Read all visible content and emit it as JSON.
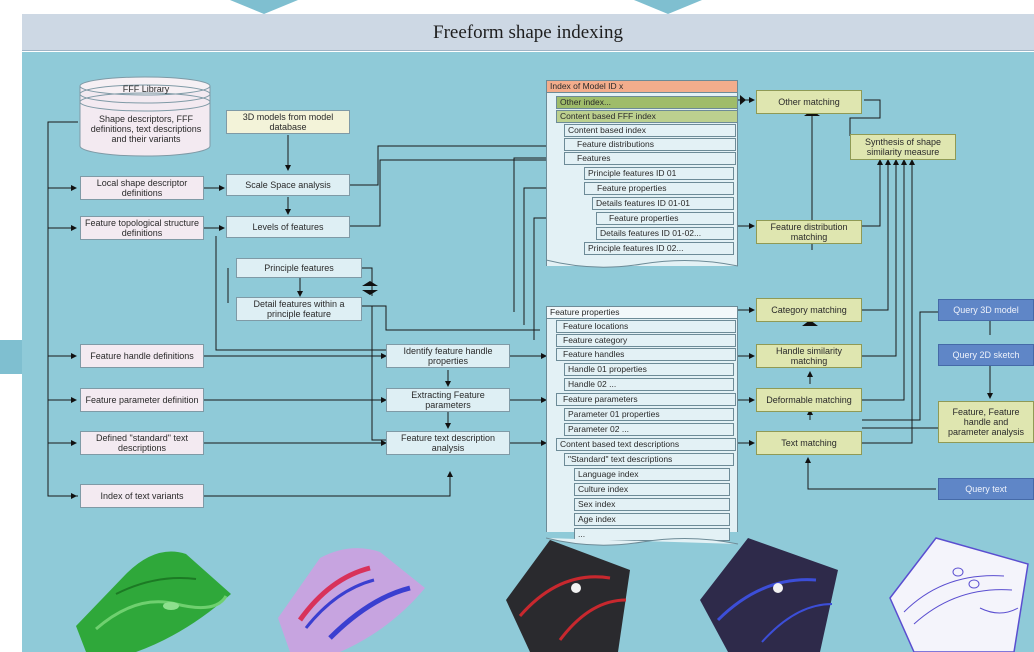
{
  "title": "Freeform shape indexing",
  "library": {
    "name": "FFF Library",
    "desc": "Shape descriptors, FFF definitions, text descriptions and their variants"
  },
  "left_defs": [
    "Local shape descriptor definitions",
    "Feature topological structure definitions",
    "Feature handle definitions",
    "Feature parameter definition",
    "Defined \"standard\" text descriptions",
    "Index of text variants"
  ],
  "process": {
    "models": "3D models from model database",
    "scale": "Scale Space analysis",
    "levels": "Levels of features",
    "principle": "Principle features",
    "detail": "Detail features within a principle feature",
    "handles": "Identify feature handle properties",
    "params": "Extracting Feature parameters",
    "text": "Feature text description analysis"
  },
  "index_top": [
    "Index of Model ID x",
    "Other index...",
    "Content based FFF index",
    "Content based index",
    "Feature distributions",
    "Features",
    "Principle features ID 01",
    "Feature properties",
    "Details features ID 01-01",
    "Feature properties",
    "Details features ID 01-02...",
    "Principle features ID 02..."
  ],
  "index_bottom": [
    "Feature properties",
    "Feature locations",
    "Feature category",
    "Feature handles",
    "Handle 01 properties",
    "Handle 02 ...",
    "Feature parameters",
    "Parameter 01 properties",
    "Parameter 02 ...",
    "Content based text descriptions",
    "\"Standard\" text descriptions",
    "Language index",
    "Culture index",
    "Sex index",
    "Age index",
    "..."
  ],
  "matching": {
    "other": "Other matching",
    "synthesis": "Synthesis of shape similarity measure",
    "distribution": "Feature distribution matching",
    "category": "Category matching",
    "handle": "Handle similarity matching",
    "deformable": "Deformable matching",
    "text": "Text matching"
  },
  "queries": {
    "q3d": "Query 3D model",
    "q2d": "Query 2D sketch",
    "analysis": "Feature, Feature handle and parameter analysis",
    "qtext": "Query text"
  },
  "colors": {
    "panel": "#8fcad8",
    "accent_green": "#9fbc6a",
    "accent_orange": "#f3ad8c",
    "query_blue": "#5f86c7"
  }
}
